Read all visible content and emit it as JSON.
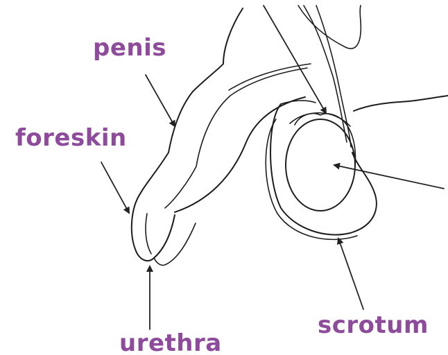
{
  "labels": {
    "penis": "penis",
    "foreskin": "foreskin",
    "urethra": "urethra",
    "scrotum": "scrotum"
  },
  "colors": {
    "label": "#8e4b9b",
    "line": "#1c1c1c",
    "background": "#ffffff"
  }
}
